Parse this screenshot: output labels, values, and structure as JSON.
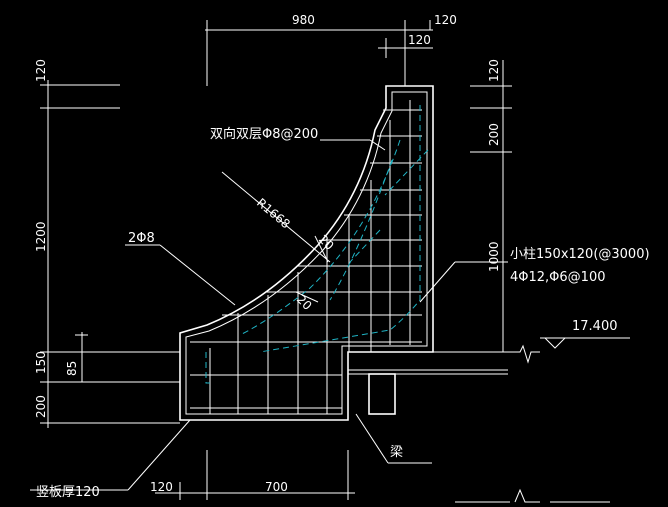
{
  "dims": {
    "top_width": "980",
    "top_right_a": "120",
    "top_right_b": "120",
    "left_top": "120",
    "left_main": "1200",
    "left_150": "150",
    "left_85": "85",
    "left_200": "200",
    "right_top": "120",
    "right_200": "200",
    "right_1000": "1000",
    "bottom_120": "120",
    "bottom_700": "700",
    "diag_20a": "20",
    "diag_20b": "20",
    "radius": "R1668"
  },
  "labels": {
    "rebar_double": "双向双层Φ8@200",
    "rebar_2phi8": "2Φ8",
    "post_line1": "小柱150x120(@3000)",
    "post_line2": "4Φ12,Φ6@100",
    "elevation": "17.400",
    "beam": "梁",
    "panel_thickness": "竖板厚120"
  },
  "colors": {
    "background": "#000000",
    "lines": "#ffffff",
    "hidden_lines": "#1fb3c4"
  }
}
